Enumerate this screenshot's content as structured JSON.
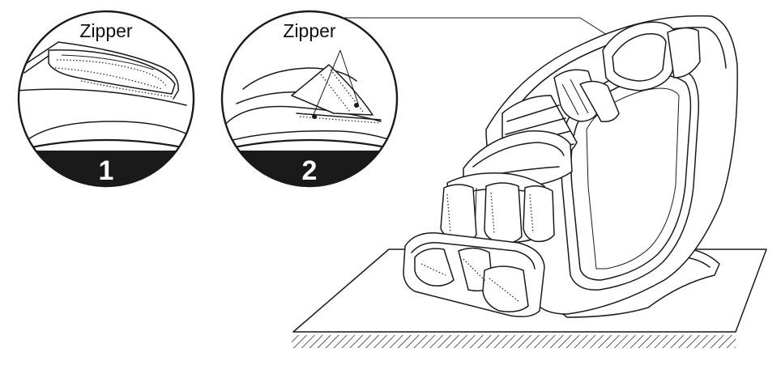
{
  "callouts": [
    {
      "label": "Zipper",
      "step": "1"
    },
    {
      "label": "Zipper",
      "step": "2"
    }
  ],
  "colors": {
    "line": "#1a1a1a",
    "badge": "#1a1a1a",
    "background": "#ffffff"
  }
}
